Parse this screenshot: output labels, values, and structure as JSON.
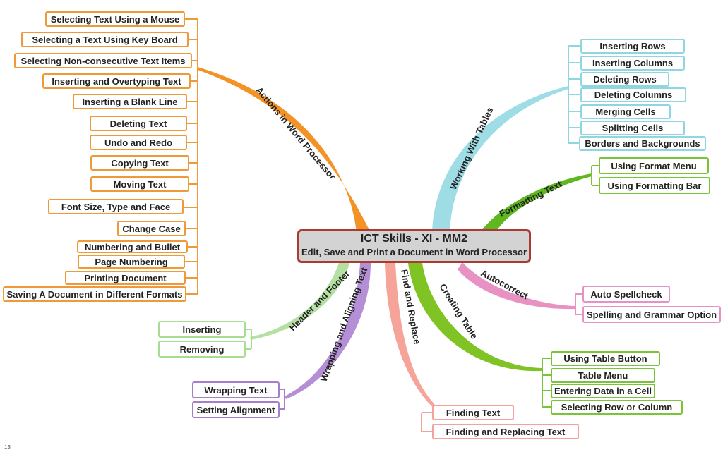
{
  "center": {
    "title": "ICT Skills - XI - MM2",
    "subtitle": "Edit, Save and Print a Document in Word Processor"
  },
  "branches": [
    {
      "label": "Actions in Word Processor",
      "color": "#f39325",
      "items": [
        "Selecting Text Using a Mouse",
        "Selecting a Text Using Key Board",
        "Selecting Non-consecutive Text Items",
        "Inserting and Overtyping Text",
        "Inserting a Blank Line",
        "Deleting Text",
        "Undo and Redo",
        "Copying Text",
        "Moving Text",
        "Font Size, Type and Face",
        "Change Case",
        "Numbering and Bullet",
        "Page Numbering",
        "Printing Document",
        "Saving A Document in Different Formats"
      ]
    },
    {
      "label": "Working With Tables",
      "color": "#9edde6",
      "items": [
        "Inserting Rows",
        "Inserting Columns",
        "Deleting Rows",
        "Deleting Columns",
        "Merging Cells",
        "Splitting Cells",
        "Borders and Backgrounds"
      ]
    },
    {
      "label": "Formatting Text",
      "color": "#5fb81f",
      "items": [
        "Using Format Menu",
        "Using Formatting Bar"
      ]
    },
    {
      "label": "Autocorrect",
      "color": "#e892c4",
      "items": [
        "Auto Spellcheck",
        "Spelling and Grammar Option"
      ]
    },
    {
      "label": "Creating Table",
      "color": "#7fc324",
      "items": [
        "Using Table Button",
        "Table Menu",
        "Entering Data in a Cell",
        "Selecting Row or Column"
      ]
    },
    {
      "label": "Find and Replace",
      "color": "#f6a39a",
      "items": [
        "Finding Text",
        "Finding and Replacing Text"
      ]
    },
    {
      "label": "Wrapping and Aligning Text",
      "color": "#b58fd6",
      "items": [
        "Wrapping Text",
        "Setting Alignment"
      ]
    },
    {
      "label": "Header and Footer",
      "color": "#b5e0a3",
      "items": [
        "Inserting",
        "Removing"
      ]
    }
  ],
  "corner_text": "13"
}
